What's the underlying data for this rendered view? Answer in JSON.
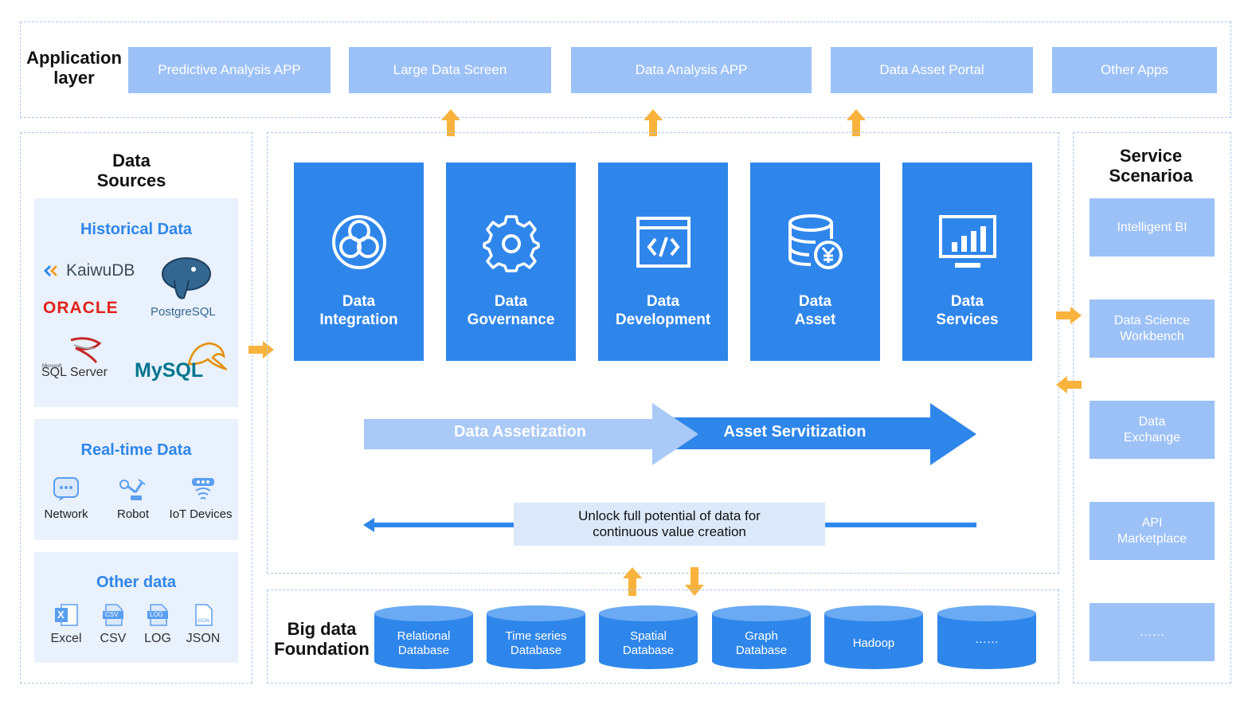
{
  "application_layer": {
    "label_line1": "Application",
    "label_line2": "layer",
    "apps": [
      "Predictive Analysis APP",
      "Large Data Screen",
      "Data Analysis APP",
      "Data Asset Portal",
      "Other Apps"
    ]
  },
  "data_sources": {
    "title_line1": "Data",
    "title_line2": "Sources",
    "historical": {
      "title": "Historical Data",
      "logos": [
        "KaiwuDB",
        "ORACLE",
        "PostgreSQL",
        "Microsoft",
        "SQL Server",
        "MySQL"
      ]
    },
    "realtime": {
      "title": "Real-time Data",
      "items": [
        "Network",
        "Robot",
        "IoT Devices"
      ]
    },
    "other": {
      "title": "Other data",
      "items": [
        "Excel",
        "CSV",
        "LOG",
        "JSON"
      ],
      "icon_texts": [
        "X",
        "CSV",
        "LOG",
        "JSON"
      ]
    }
  },
  "core": {
    "cards": [
      {
        "line1": "Data",
        "line2": "Integration",
        "icon": "integration-icon"
      },
      {
        "line1": "Data",
        "line2": "Governance",
        "icon": "gear-icon"
      },
      {
        "line1": "Data",
        "line2": "Development",
        "icon": "code-window-icon"
      },
      {
        "line1": "Data",
        "line2": "Asset",
        "icon": "database-yen-icon"
      },
      {
        "line1": "Data",
        "line2": "Services",
        "icon": "monitor-chart-icon"
      }
    ],
    "flow_left": "Data Assetization",
    "flow_right": "Asset Servitization",
    "unlock_line1": "Unlock full potential of data for",
    "unlock_line2": "continuous value creation"
  },
  "service": {
    "title_line1": "Service",
    "title_line2": "Scenarioa",
    "items": [
      {
        "line1": "Intelligent BI",
        "line2": ""
      },
      {
        "line1": "Data Science",
        "line2": "Workbench"
      },
      {
        "line1": "Data",
        "line2": "Exchange"
      },
      {
        "line1": "API",
        "line2": "Marketplace"
      },
      {
        "line1": "……",
        "line2": ""
      }
    ]
  },
  "foundation": {
    "label_line1": "Big data",
    "label_line2": "Foundation",
    "databases": [
      {
        "line1": "Relational",
        "line2": "Database"
      },
      {
        "line1": "Time series",
        "line2": "Database"
      },
      {
        "line1": "Spatial",
        "line2": "Database"
      },
      {
        "line1": "Graph",
        "line2": "Database"
      },
      {
        "line1": "Hadoop",
        "line2": ""
      },
      {
        "line1": "……",
        "line2": ""
      }
    ]
  },
  "colors": {
    "primary_blue": "#2f86ea",
    "light_blue": "#9cc1f7",
    "panel_bg": "#e9f1fc",
    "dashed_border": "#a9c8f0",
    "arrow_orange": "#f9b33c"
  }
}
